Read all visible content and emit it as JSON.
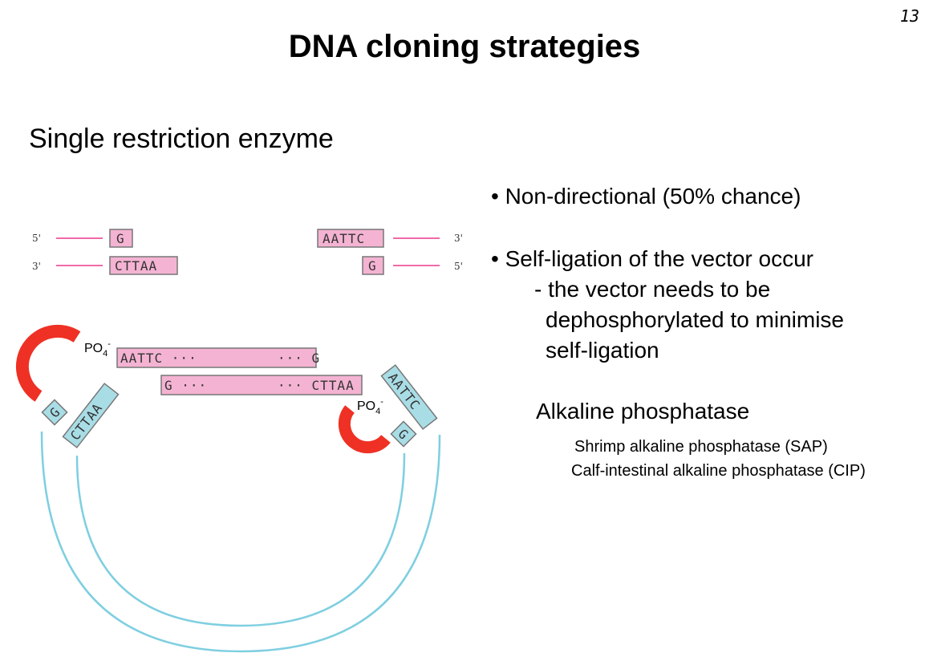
{
  "slide": {
    "number": "13",
    "title": "DNA cloning strategies",
    "subtitle": "Single restriction enzyme"
  },
  "bullets": {
    "item1": "• Non-directional (50% chance)",
    "item2": "• Self-ligation of the vector occur",
    "item2_sub_line1": "-  the vector needs to be",
    "item2_sub_line2": "dephosphorylated to minimise",
    "item2_sub_line3": "self-ligation"
  },
  "enzymes": {
    "heading": "Alkaline phosphatase",
    "items": [
      "Shrimp alkaline phosphatase (SAP)",
      "Calf-intestinal alkaline phosphatase (CIP)"
    ]
  },
  "diagram": {
    "fragment_left": {
      "top_end": "5'",
      "bottom_end": "3'",
      "top_seq": "G",
      "bottom_seq": "CTTAA"
    },
    "fragment_right": {
      "top_end": "3'",
      "bottom_end": "5'",
      "top_seq": "AATTC",
      "bottom_seq": "G"
    },
    "insert_top": {
      "left": "AATTC ···",
      "right": "··· G"
    },
    "insert_bottom": {
      "left": "G ···",
      "right": "··· CTTAA"
    },
    "vector_left_ends": [
      "G",
      "CTTAA"
    ],
    "vector_right_ends": [
      "AATTC",
      "G"
    ],
    "phosphate_label": "PO",
    "phosphate_sub": "4",
    "phosphate_sup": "-",
    "colors": {
      "pink_fill": "#f4b3d2",
      "pink_line": "#f06aaa",
      "blue_fill": "#a9dde6",
      "blue_line": "#7fcfe0",
      "phosphate_red": "#ee3124",
      "box_stroke": "#777777"
    }
  }
}
